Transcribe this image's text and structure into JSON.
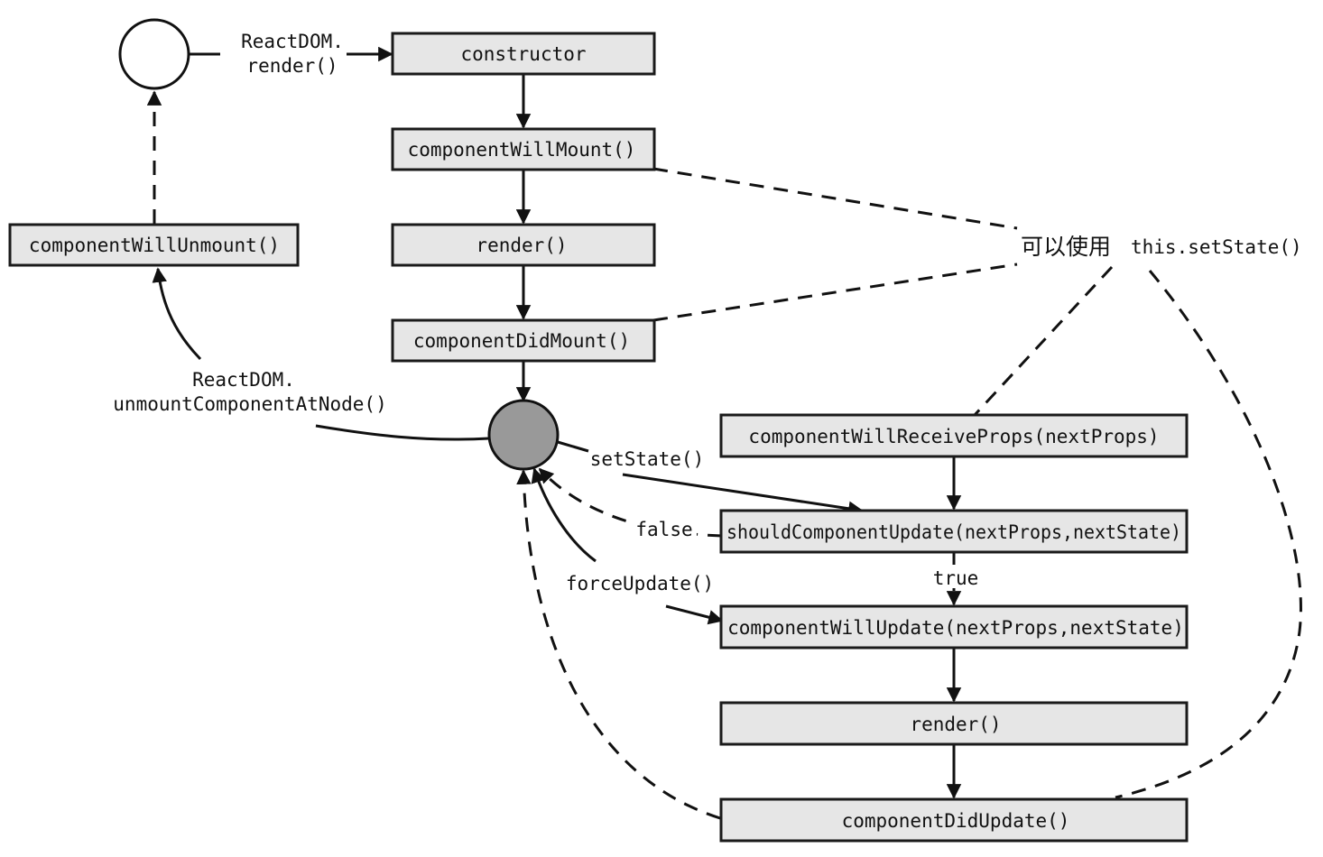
{
  "nodes": {
    "constructor": "constructor",
    "will_mount": "componentWillMount()",
    "render_mount": "render()",
    "did_mount": "componentDidMount()",
    "will_unmount": "componentWillUnmount()",
    "will_receive_props": "componentWillReceiveProps(nextProps)",
    "should_update": "shouldComponentUpdate(nextProps,nextState)",
    "will_update": "componentWillUpdate(nextProps,nextState)",
    "render_update": "render()",
    "did_update": "componentDidUpdate()"
  },
  "labels": {
    "reactdom_render_1": "ReactDOM.",
    "reactdom_render_2": "render()",
    "unmount_1": "ReactDOM.",
    "unmount_2": "unmountComponentAtNode()",
    "set_state": "setState()",
    "false_label": "false",
    "true_label": "true",
    "force_update": "forceUpdate()",
    "note_cn": "可以使用",
    "note_code": "this.setState()"
  },
  "colors": {
    "box_fill": "#e6e6e6",
    "mounted_state_fill": "#999999",
    "initial_state_fill": "#ffffff",
    "stroke": "#1a1a1a"
  }
}
